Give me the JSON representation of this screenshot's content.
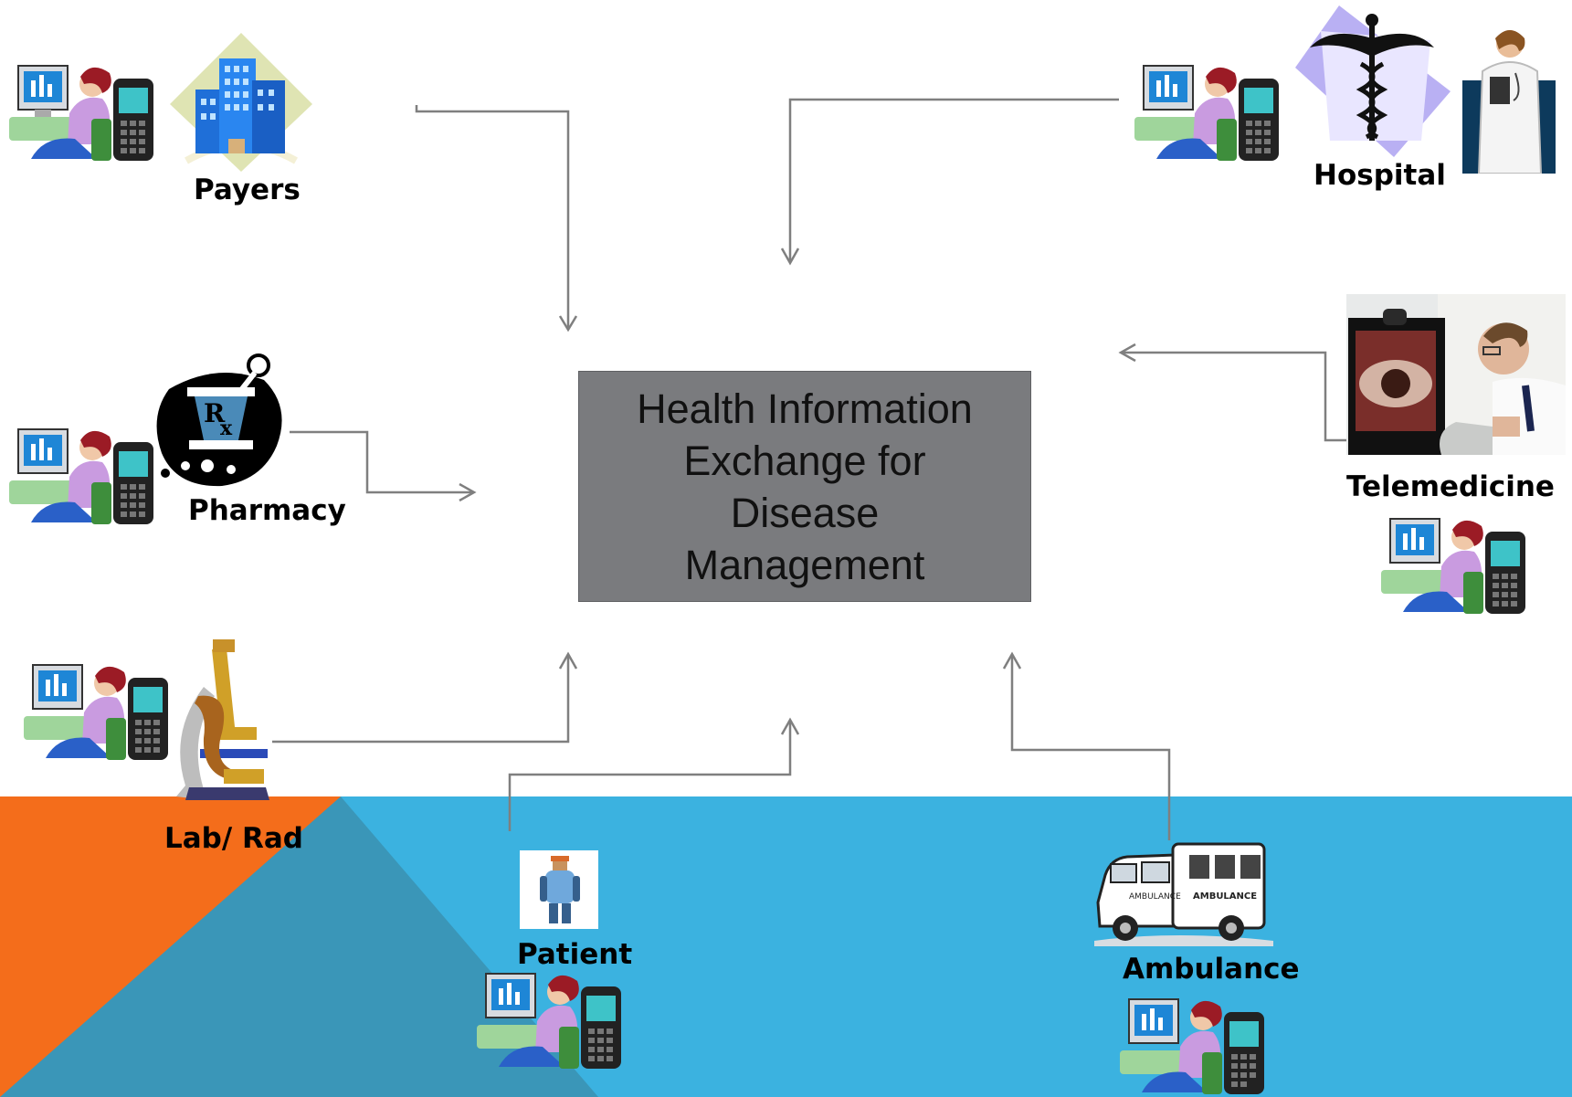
{
  "diagram": {
    "title": "Health Information Exchange for Disease Management",
    "nodes": [
      {
        "id": "payers",
        "label": "Payers",
        "icon": "office-building-icon"
      },
      {
        "id": "hospital",
        "label": "Hospital",
        "icon": "caduceus-icon"
      },
      {
        "id": "pharmacy",
        "label": "Pharmacy",
        "icon": "mortar-pestle-rx-icon"
      },
      {
        "id": "telemedicine",
        "label": "Telemedicine",
        "icon": "telemedicine-photo-icon"
      },
      {
        "id": "lab-rad",
        "label": "Lab/ Rad",
        "icon": "microscope-icon"
      },
      {
        "id": "patient",
        "label": "Patient",
        "icon": "patient-figure-icon"
      },
      {
        "id": "ambulance",
        "label": "Ambulance",
        "icon": "ambulance-icon"
      }
    ],
    "workstation_icon": "computer-user-phone-icon",
    "connections": [
      {
        "from": "payers",
        "to": "center"
      },
      {
        "from": "hospital",
        "to": "center"
      },
      {
        "from": "pharmacy",
        "to": "center"
      },
      {
        "from": "telemedicine",
        "to": "center"
      },
      {
        "from": "lab-rad",
        "to": "center"
      },
      {
        "from": "patient",
        "to": "center"
      },
      {
        "from": "ambulance",
        "to": "center"
      }
    ]
  },
  "colors": {
    "center_box": "#7a7b7e",
    "arrow": "#7f7f7f",
    "band_blue": "#3bb2e0",
    "band_teal": "#3a96b8",
    "band_orange": "#f46d1b"
  }
}
